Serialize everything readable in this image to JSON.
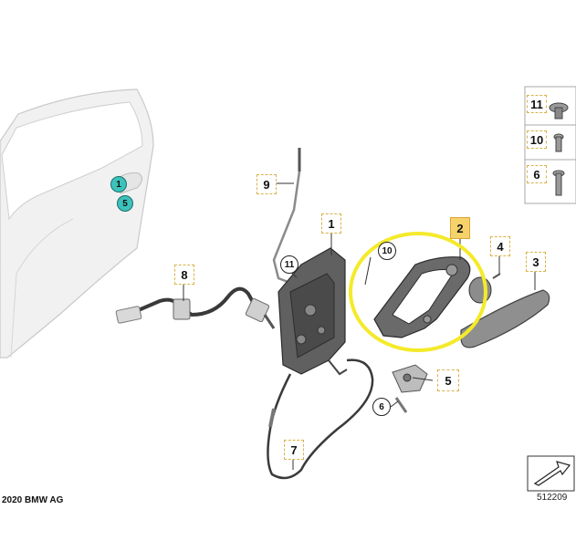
{
  "diagram": {
    "copyright": "2020 BMW AG",
    "reference_number": "512209",
    "door_callouts": [
      "1",
      "5"
    ],
    "parts": [
      {
        "key": "p1",
        "number": "1",
        "highlighted": false
      },
      {
        "key": "p2",
        "number": "2",
        "highlighted": true
      },
      {
        "key": "p3",
        "number": "3",
        "highlighted": false
      },
      {
        "key": "p4",
        "number": "4",
        "highlighted": false
      },
      {
        "key": "p5",
        "number": "5",
        "highlighted": false
      },
      {
        "key": "p6",
        "number": "6",
        "highlighted": false
      },
      {
        "key": "p7",
        "number": "7",
        "highlighted": false
      },
      {
        "key": "p8",
        "number": "8",
        "highlighted": false
      },
      {
        "key": "p9",
        "number": "9",
        "highlighted": false
      },
      {
        "key": "p10",
        "number": "10",
        "highlighted": false
      },
      {
        "key": "p11",
        "number": "11",
        "highlighted": false
      }
    ],
    "screw_legend": [
      "11",
      "10",
      "6"
    ],
    "colors": {
      "highlight_ring": "#f4ea2a",
      "callout_highlight": "#f6d36a",
      "callout_teal": "#3cc2bb",
      "part_dark": "#5a5a5a"
    }
  }
}
